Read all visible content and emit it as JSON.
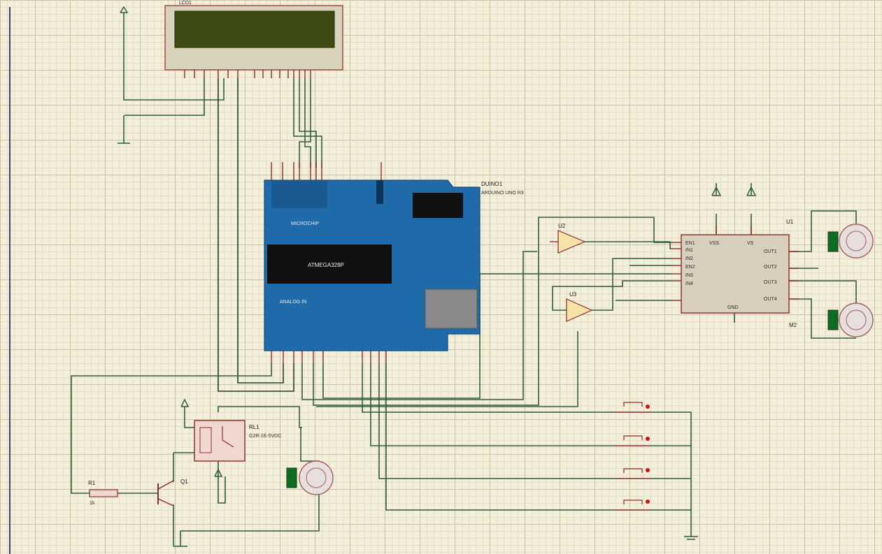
{
  "components": {
    "arduino": {
      "ref": "DUINO1",
      "value": "ARDUINO UNO R3",
      "chip_label": "ATMEGA328P",
      "board_text": "MICROCHIP",
      "analog_label": "ANALOG IN"
    },
    "lcd": {
      "ref": "LCD1"
    },
    "driver": {
      "ref": "U1",
      "pins_left": [
        "EN1",
        "IN1",
        "IN2",
        "EN2",
        "IN3",
        "IN4"
      ],
      "pins_right": [
        "OUT1",
        "OUT2",
        "OUT3",
        "OUT4"
      ],
      "pin_vss": "VSS",
      "pin_vs": "VS",
      "pin_gnd": "GND"
    },
    "buffer_top": {
      "ref": "U2"
    },
    "buffer_bottom": {
      "ref": "U3"
    },
    "relay": {
      "ref": "RL1",
      "value": "G2R-1E-5VDC"
    },
    "transistor": {
      "ref": "Q1"
    },
    "resistor": {
      "ref": "R1",
      "value": "1k"
    },
    "motor_bottom_right": {
      "ref": "M2"
    }
  },
  "colors": {
    "board": "#1f6aa8",
    "chip": "#101010",
    "lcd_screen": "#3d4a12",
    "wire": "#2f5f3a",
    "pin": "#8a2b2b",
    "motor_fill": "#e7dede",
    "motor_indicator": "#0f6b22"
  }
}
